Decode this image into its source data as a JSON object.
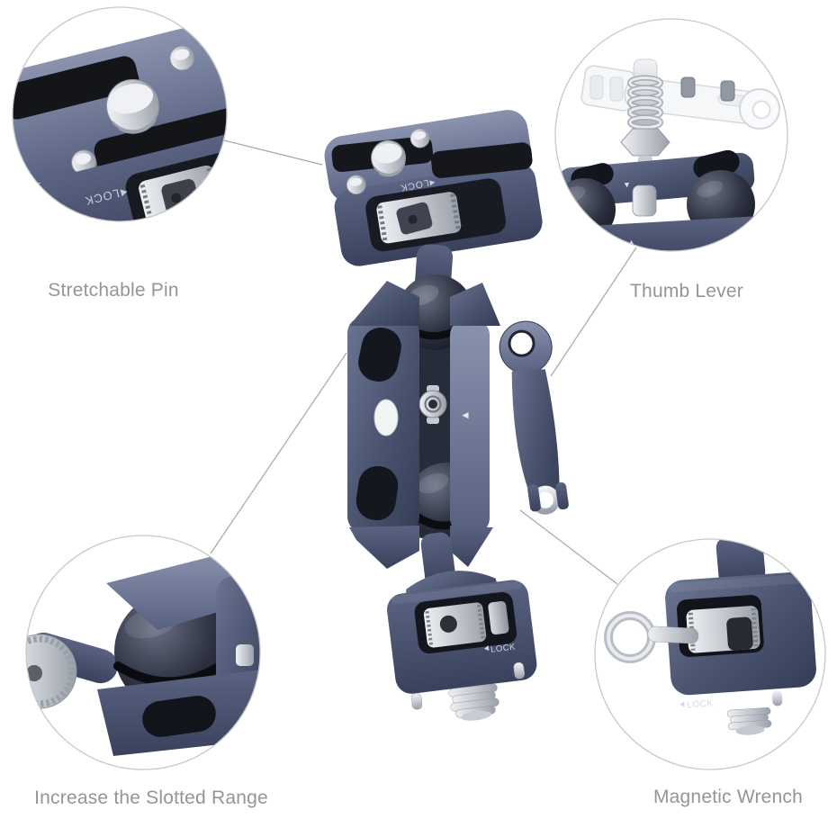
{
  "image": {
    "type": "annotated-product-diagram",
    "background": "#ffffff"
  },
  "product": {
    "name": "articulating-magic-arm-with-ballheads",
    "engraving_lock": "LOCK",
    "colors": {
      "body": "#49536e",
      "body_dark": "#2e3548",
      "body_light": "#7d87a3",
      "metal": "#d9dbdf",
      "rubber": "#15171c",
      "magnet": "#f4f5f7"
    }
  },
  "markers": {
    "left_arrow": "◄",
    "up_arrow": "▲",
    "down_arrow": "▼"
  },
  "callouts": [
    {
      "id": "stretchable-pin",
      "label": "Stretchable Pin",
      "position": "top-left"
    },
    {
      "id": "thumb-lever",
      "label": "Thumb Lever",
      "position": "top-right"
    },
    {
      "id": "increase-slotted-range",
      "label": "Increase the Slotted Range",
      "position": "bottom-left"
    },
    {
      "id": "magnetic-wrench",
      "label": "Magnetic Wrench",
      "position": "bottom-right"
    }
  ],
  "label_style": {
    "color": "#939598"
  }
}
